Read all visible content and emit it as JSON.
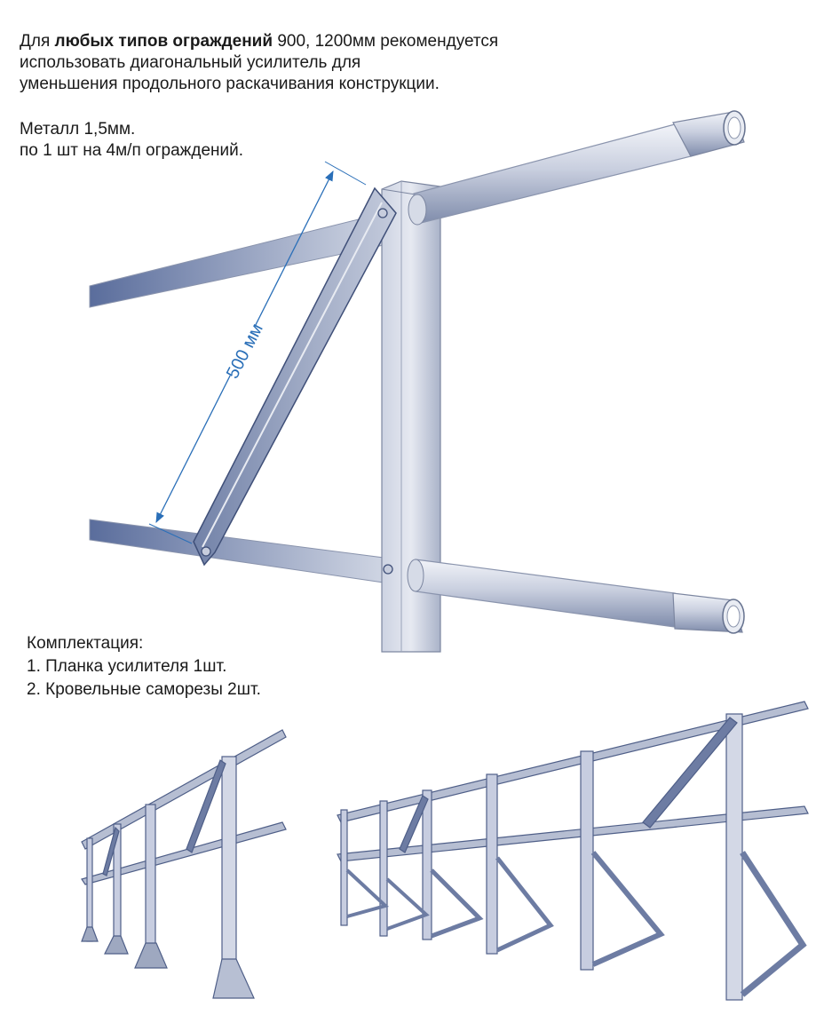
{
  "intro": {
    "line1_pre": "Для ",
    "line1_bold": "любых типов ограждений",
    "line1_post": "  900, 1200мм рекомендуется",
    "line2": "использовать диагональный усилитель для",
    "line3": "уменьшения продольного раскачивания конструкции."
  },
  "spec": {
    "metal": "Металл 1,5мм.",
    "quantity": "по 1 шт на 4м/п ограждений."
  },
  "dimension": {
    "label": "500 мм"
  },
  "kit": {
    "title": "Комплектация:",
    "items": [
      "1. Планка усилителя 1шт.",
      "2. Кровельные саморезы 2шт."
    ]
  },
  "colors": {
    "steel_light": "#dfe3ee",
    "steel_mid": "#a9b2c8",
    "steel_dark": "#4a5f90",
    "dimension": "#2a6fb8"
  }
}
